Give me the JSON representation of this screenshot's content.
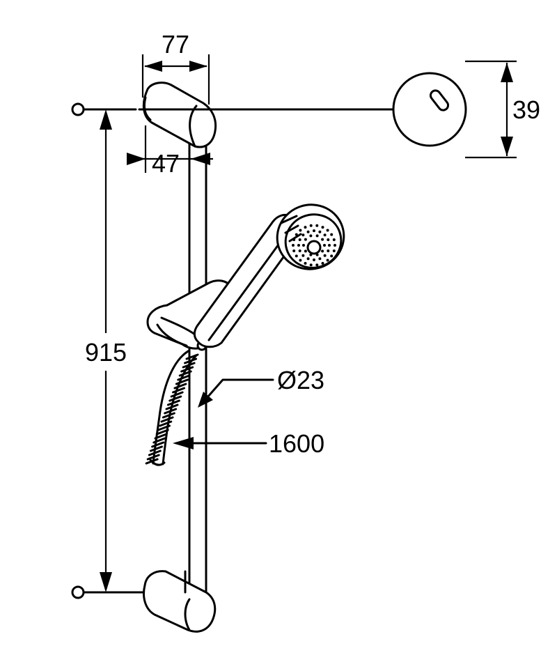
{
  "dimensions": {
    "bracket_depth": "77",
    "bracket_width": "47",
    "cover_diameter": "39",
    "rail_length": "915",
    "rail_diameter": "Ø23",
    "hose_length": "1600"
  }
}
